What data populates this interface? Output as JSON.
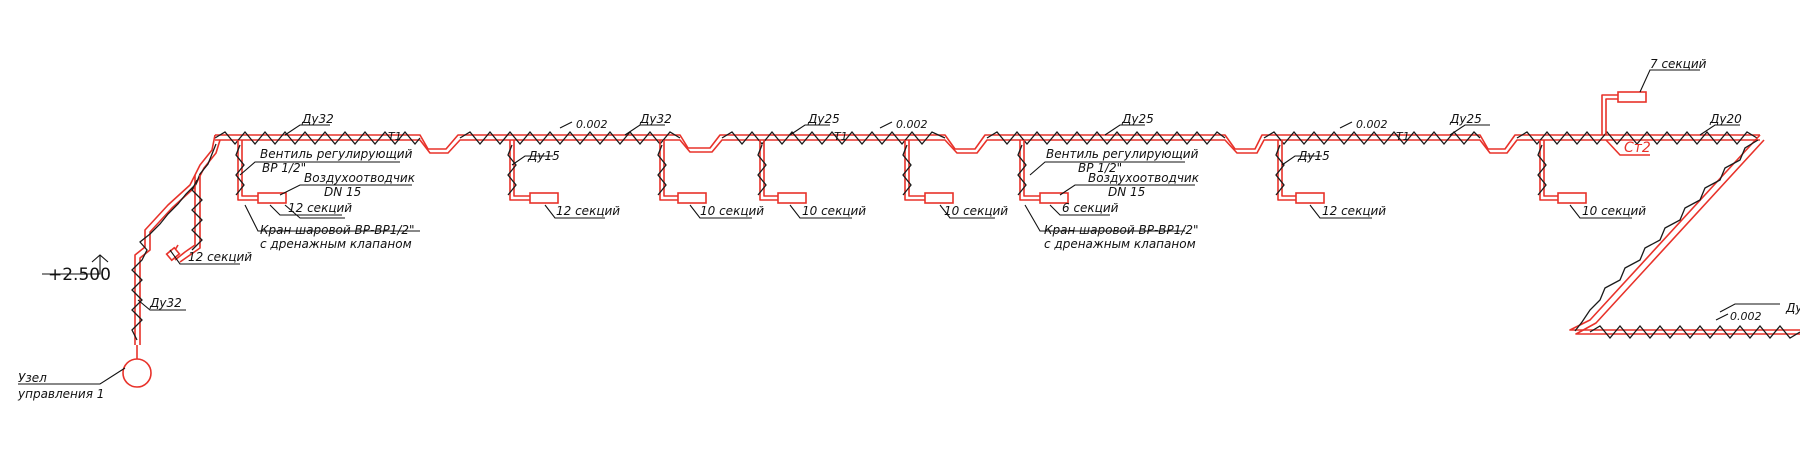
{
  "colors": {
    "pipe": "#e8322a",
    "line": "#1a1a1a",
    "background": "#ffffff"
  },
  "labels": {
    "elevation": "+2.500",
    "node": [
      "Узел",
      "управления 1"
    ],
    "du32_a": "Ду32",
    "du32_b": "Ду32",
    "du32_c": "Ду32",
    "du25_a": "Ду25",
    "du25_b": "Ду25",
    "du25_c": "Ду25",
    "du20": "Ду20",
    "du15_a": "Ду15",
    "du15_b": "Ду15",
    "du_cut": "Ду",
    "slope_a": "0.002",
    "slope_b": "0.002",
    "slope_c": "0.002",
    "slope_d": "0.002",
    "t1_a": "Т1",
    "t1_b": "Т1",
    "t1_c": "Т1",
    "t1_d": "Т1",
    "valve_reg_1": [
      "Вентиль регулирующий",
      "ВР 1/2\""
    ],
    "air_vent_1": [
      "Воздухоотводчик",
      "DN 15"
    ],
    "ball_valve_1": [
      "Кран шаровой ВР-ВР1/2\"",
      "с дренажным клапаном"
    ],
    "valve_reg_2": [
      "Вентиль регулирующий",
      "ВР 1/2\""
    ],
    "air_vent_2": [
      "Воздухоотводчик",
      "DN 15"
    ],
    "ball_valve_2": [
      "Кран шаровой ВР-ВР1/2\"",
      "с дренажным клапаном"
    ],
    "riser": "Ст2",
    "sec_1": "12 секций",
    "sec_2": "12 секций",
    "sec_3": "12 секций",
    "sec_4": "10 секций",
    "sec_5": "10 секций",
    "sec_6": "10 секций",
    "sec_7": "6 секций",
    "sec_8": "12 секций",
    "sec_9": "10 секций",
    "sec_10": "7 секций"
  }
}
